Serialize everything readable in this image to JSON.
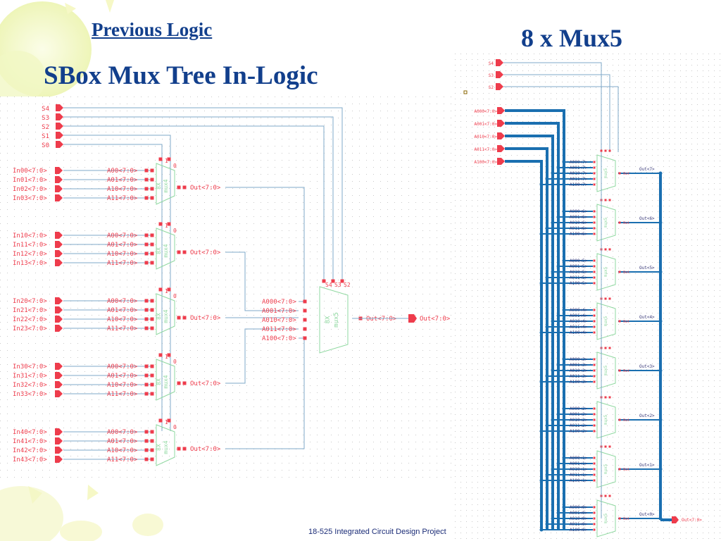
{
  "slide": {
    "previous_logic_link": "Previous Logic",
    "title": "SBox Mux Tree In-Logic",
    "right_title": "8 x Mux5",
    "footer": "18-525 Integrated Circuit Design Project"
  },
  "colors": {
    "title": "#123f8c",
    "wire_thin": "#7fa8c8",
    "wire_bus": "#1a6fb0",
    "pin_red": "#ee3c4c",
    "cell_green": "#8fd8a0",
    "background_shapes": "#f4f7c4"
  },
  "left_schematic": {
    "select_pins": [
      "S4",
      "S3",
      "S2",
      "S1",
      "S0"
    ],
    "mux4_instance_label": "8X",
    "mux4_cell_name": "mux4",
    "mux4_select_labels": [
      "1",
      "0"
    ],
    "mux4_port_labels": [
      "A00<7:0>",
      "A01<7:0>",
      "A10<7:0>",
      "A11<7:0>"
    ],
    "mux4_output_label": "Out<7:0>",
    "mux4_inputs": [
      [
        "In00<7:0>",
        "In01<7:0>",
        "In02<7:0>",
        "In03<7:0>"
      ],
      [
        "In10<7:0>",
        "In11<7:0>",
        "In12<7:0>",
        "In13<7:0>"
      ],
      [
        "In20<7:0>",
        "In21<7:0>",
        "In22<7:0>",
        "In23<7:0>"
      ],
      [
        "In30<7:0>",
        "In31<7:0>",
        "In32<7:0>",
        "In33<7:0>"
      ],
      [
        "In40<7:0>",
        "In41<7:0>",
        "In42<7:0>",
        "In43<7:0>"
      ]
    ],
    "mux5_instance_label": "8X",
    "mux5_cell_name": "mux5",
    "mux5_select_labels": [
      "S4",
      "S3",
      "S2"
    ],
    "mux5_port_labels": [
      "A000<7:0>",
      "A001<7:0>",
      "A010<7:0>",
      "A011<7:0>",
      "A100<7:0>"
    ],
    "mux5_output_label": "Out<7:0>",
    "output_pin": "Out<7:0>"
  },
  "right_schematic": {
    "select_pins": [
      "S4",
      "S3",
      "S2"
    ],
    "bus_pins": [
      "A000<7:0>",
      "A001<7:0>",
      "A010<7:0>",
      "A011<7:0>",
      "A100<7:0>"
    ],
    "cell_name": "mux5",
    "cell_output_label": "Out",
    "bit_outputs": [
      "Out<7>",
      "Out<6>",
      "Out<5>",
      "Out<4>",
      "Out<3>",
      "Out<2>",
      "Out<1>",
      "Out<0>"
    ],
    "cell_ports": [
      [
        "A000<7>",
        "A001<7>",
        "A010<7>",
        "A011<7>",
        "A100<7>"
      ],
      [
        "A000<6>",
        "A001<6>",
        "A010<6>",
        "A011<6>",
        "A100<6>"
      ],
      [
        "A000<5>",
        "A001<5>",
        "A010<5>",
        "A011<5>",
        "A100<5>"
      ],
      [
        "A000<4>",
        "A001<4>",
        "A010<4>",
        "A011<4>",
        "A100<4>"
      ],
      [
        "A000<3>",
        "A001<3>",
        "A010<3>",
        "A011<3>",
        "A100<3>"
      ],
      [
        "A000<2>",
        "A001<2>",
        "A010<2>",
        "A011<2>",
        "A100<2>"
      ],
      [
        "A000<1>",
        "A001<1>",
        "A010<1>",
        "A011<1>",
        "A100<1>"
      ],
      [
        "A000<0>",
        "A001<0>",
        "A010<0>",
        "A011<0>",
        "A100<0>"
      ]
    ],
    "output_pin": "Out<7:0>"
  }
}
